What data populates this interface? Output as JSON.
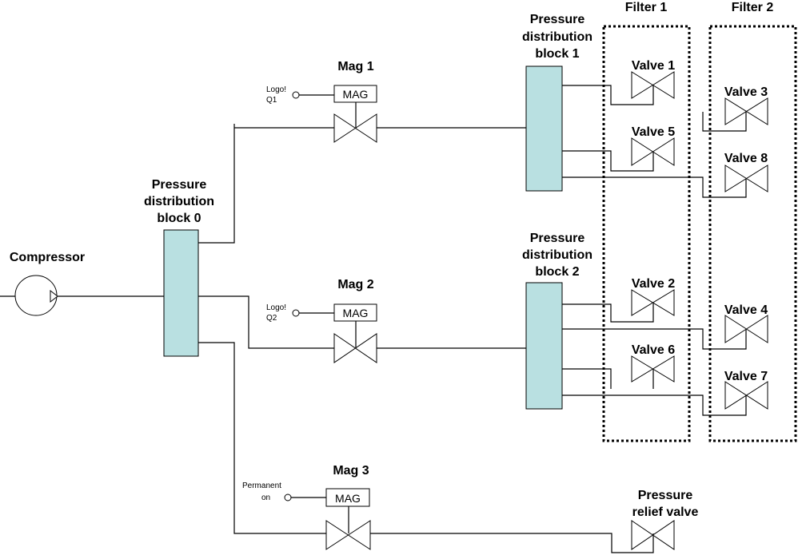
{
  "compressor": {
    "label": "Compressor"
  },
  "blocks": [
    {
      "lines": [
        "Pressure",
        "distribution",
        "block 0"
      ]
    },
    {
      "lines": [
        "Pressure",
        "distribution",
        "block 1"
      ]
    },
    {
      "lines": [
        "Pressure",
        "distribution",
        "block 2"
      ]
    }
  ],
  "mags": [
    {
      "title": "Mag 1",
      "box": "MAG",
      "signal": [
        "Logo!",
        "Q1"
      ]
    },
    {
      "title": "Mag 2",
      "box": "MAG",
      "signal": [
        "Logo!",
        "Q2"
      ]
    },
    {
      "title": "Mag 3",
      "box": "MAG",
      "signal": [
        "Permanent",
        "on"
      ]
    }
  ],
  "filters": [
    {
      "label": "Filter 1"
    },
    {
      "label": "Filter 2"
    }
  ],
  "valves": {
    "v1": "Valve 1",
    "v2": "Valve 2",
    "v3": "Valve 3",
    "v4": "Valve 4",
    "v5": "Valve 5",
    "v6": "Valve 6",
    "v7": "Valve 7",
    "v8": "Valve 8"
  },
  "relief": {
    "lines": [
      "Pressure",
      "relief valve"
    ]
  },
  "colors": {
    "block_fill": "#b9e0e1"
  }
}
